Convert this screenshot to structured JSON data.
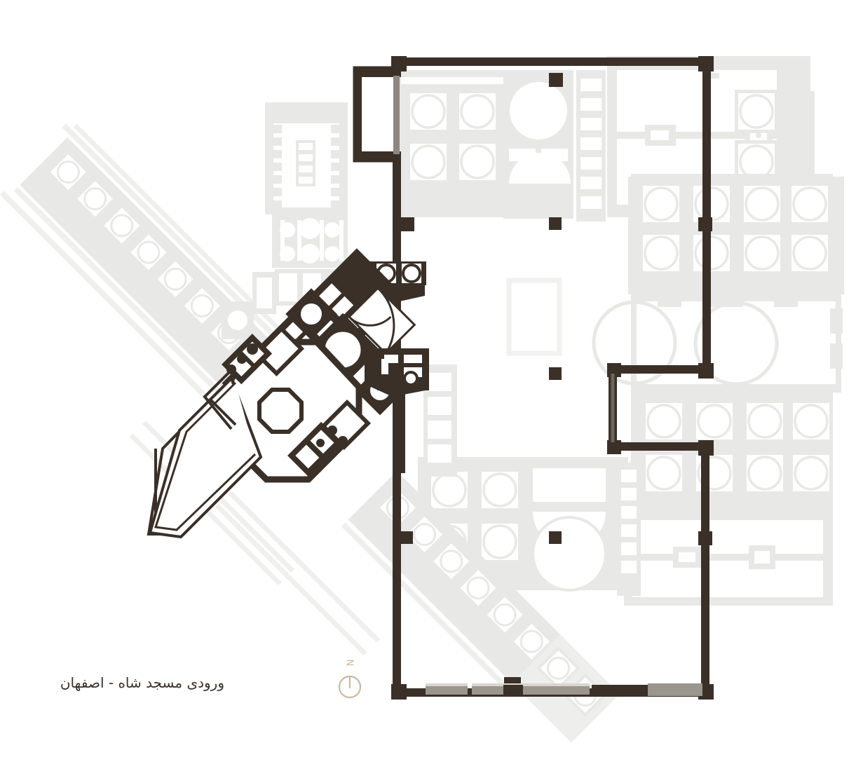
{
  "drawing": {
    "caption": "ورودی مسجد شاه - اصفهان",
    "caption_translation_hidden": null,
    "type": "architectural-floor-plan",
    "subject": "Shah Mosque (Masjed-e Shah) entrance, Isfahan"
  },
  "north_arrow": {
    "label": "N",
    "color": "#c9b8a4"
  },
  "palette": {
    "background": "#ffffff",
    "highlight_dark": "#3a3028",
    "wall_fill": "#3a3028",
    "context_gray": "#e8e8e6",
    "opening_gray": "#9a958d",
    "pool_outline": "#f1f1ef",
    "north_tan": "#c9b8a4"
  },
  "legend_elements": [
    {
      "name": "highlighted-entrance-complex",
      "color": "#3a3028"
    },
    {
      "name": "context-plan-background",
      "color": "#e8e8e6"
    },
    {
      "name": "courtyard-pool",
      "color": "#f1f1ef"
    },
    {
      "name": "wall-openings",
      "color": "#9a958d"
    }
  ],
  "plan_parts": {
    "courtyard_outline": "main mosque courtyard enclosing wall",
    "entrance_vestibule": "octagonal hashti with octagonal pool",
    "portal_iwan": "arched entrance portal",
    "bazaar_arcade": "diagonal bazaar arcade with domed bays",
    "shabestan_grid": "prayer hall grid of domed bays",
    "approach_corridor": "diagonal approach corridor"
  }
}
